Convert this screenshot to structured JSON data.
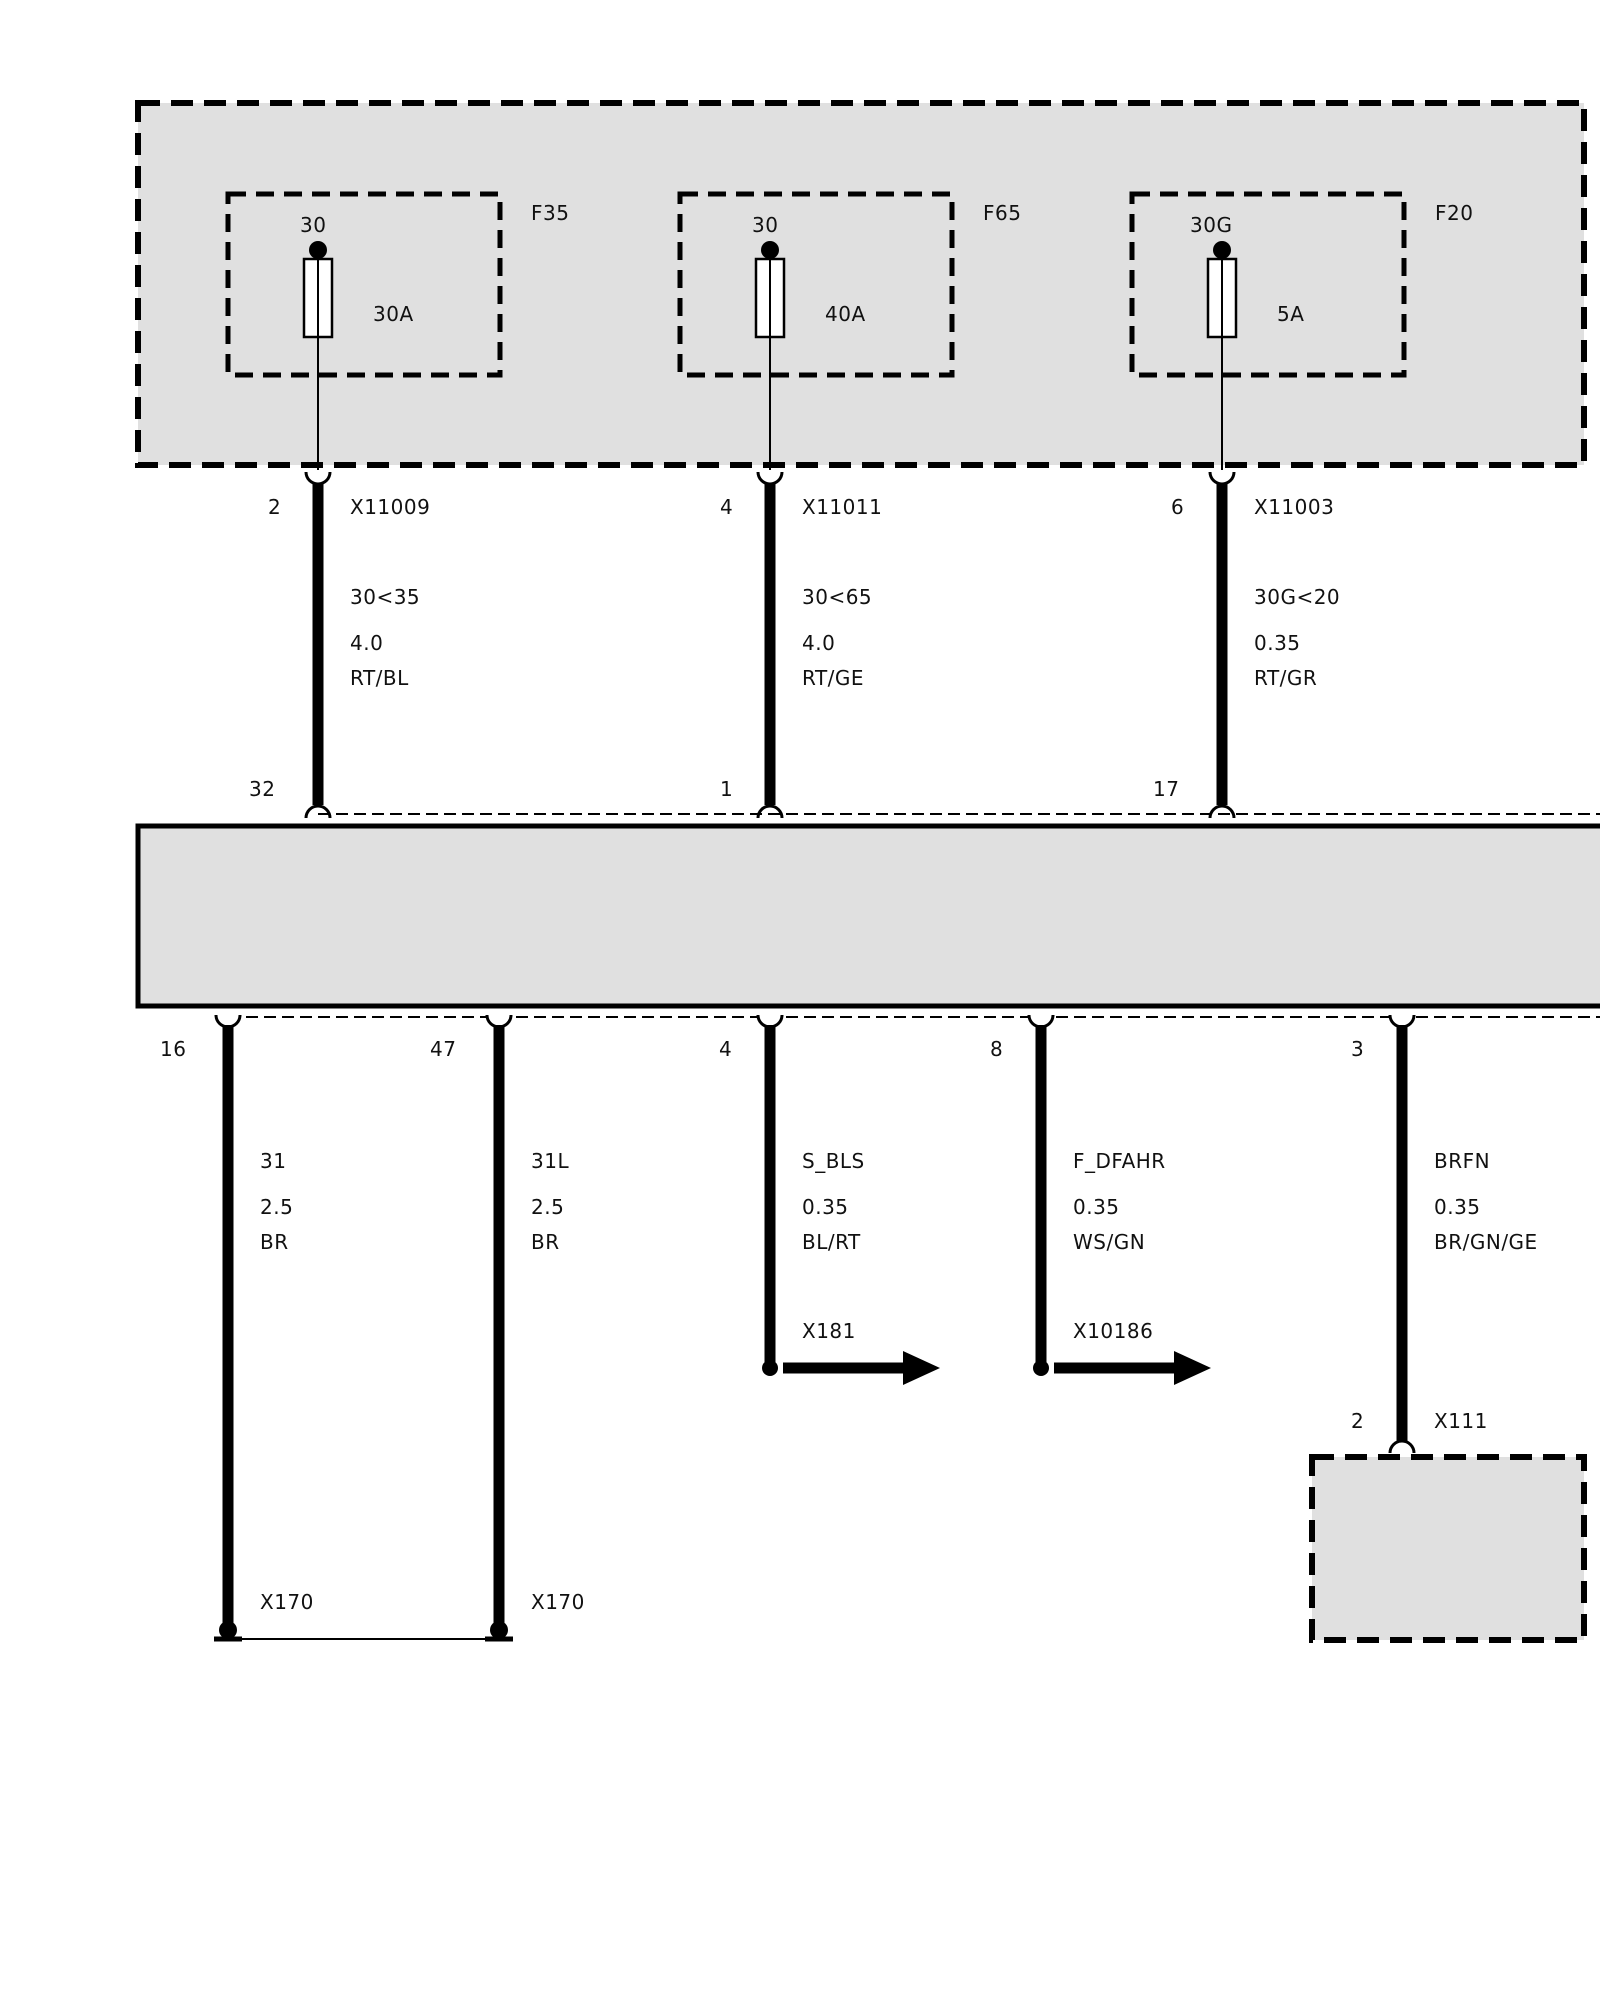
{
  "fuses": [
    {
      "id": "F35",
      "terminal": "30",
      "rating": "30A"
    },
    {
      "id": "F65",
      "terminal": "30",
      "rating": "40A"
    },
    {
      "id": "F20",
      "terminal": "30G",
      "rating": "5A"
    }
  ],
  "supply_wires": [
    {
      "pin_top": "2",
      "connector": "X11009",
      "signal": "30<35",
      "gauge": "4.0",
      "color": "RT/BL",
      "pin_bottom": "32"
    },
    {
      "pin_top": "4",
      "connector": "X11011",
      "signal": "30<65",
      "gauge": "4.0",
      "color": "RT/GE",
      "pin_bottom": "1"
    },
    {
      "pin_top": "6",
      "connector": "X11003",
      "signal": "30G<20",
      "gauge": "0.35",
      "color": "RT/GR",
      "pin_bottom": "17"
    }
  ],
  "output_wires": [
    {
      "pin": "16",
      "signal": "31",
      "gauge": "2.5",
      "color": "BR",
      "end_connector": "X170"
    },
    {
      "pin": "47",
      "signal": "31L",
      "gauge": "2.5",
      "color": "BR",
      "end_connector": "X170"
    },
    {
      "pin": "4",
      "signal": "S_BLS",
      "gauge": "0.35",
      "color": "BL/RT",
      "end_connector": "X181"
    },
    {
      "pin": "8",
      "signal": "F_DFAHR",
      "gauge": "0.35",
      "color": "WS/GN",
      "end_connector": "X10186"
    },
    {
      "pin": "3",
      "signal": "BRFN",
      "gauge": "0.35",
      "color": "BR/GN/GE",
      "end_connector": "X111",
      "end_pin": "2"
    }
  ]
}
